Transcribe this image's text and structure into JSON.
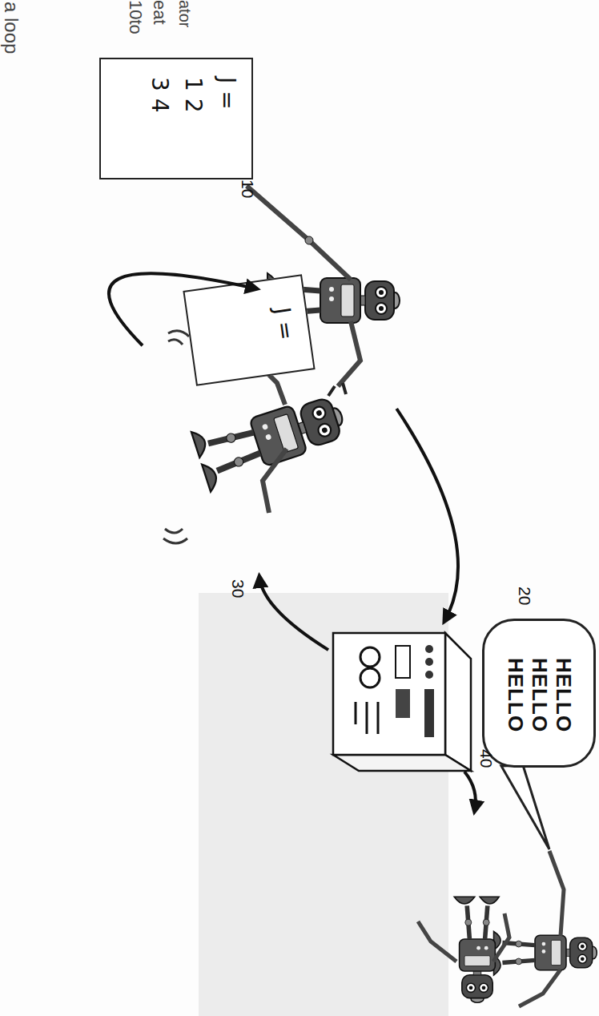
{
  "diagram": {
    "nodes": [
      {
        "text": [
          "J = 1 2 3 4"
        ]
      },
      {
        "text": [
          "10"
        ]
      },
      {
        "text": [
          "20"
        ]
      },
      {
        "text": [
          "HELLO HELLO HELLO"
        ]
      },
      {
        "text": [
          "30"
        ]
      },
      {
        "text": [
          "J ="
        ]
      },
      {
        "text": [
          "40"
        ]
      }
    ],
    "edges": [
      {
        "from": 1,
        "to": 2,
        "arrow": "to"
      },
      {
        "from": 2,
        "to": 4,
        "arrow": "to"
      },
      {
        "from": 4,
        "to": 1,
        "arrow": "to"
      },
      {
        "from": 2,
        "to": 6,
        "arrow": "to"
      }
    ],
    "labels": [
      "a loop",
      "10to",
      "eat",
      "ator"
    ]
  }
}
